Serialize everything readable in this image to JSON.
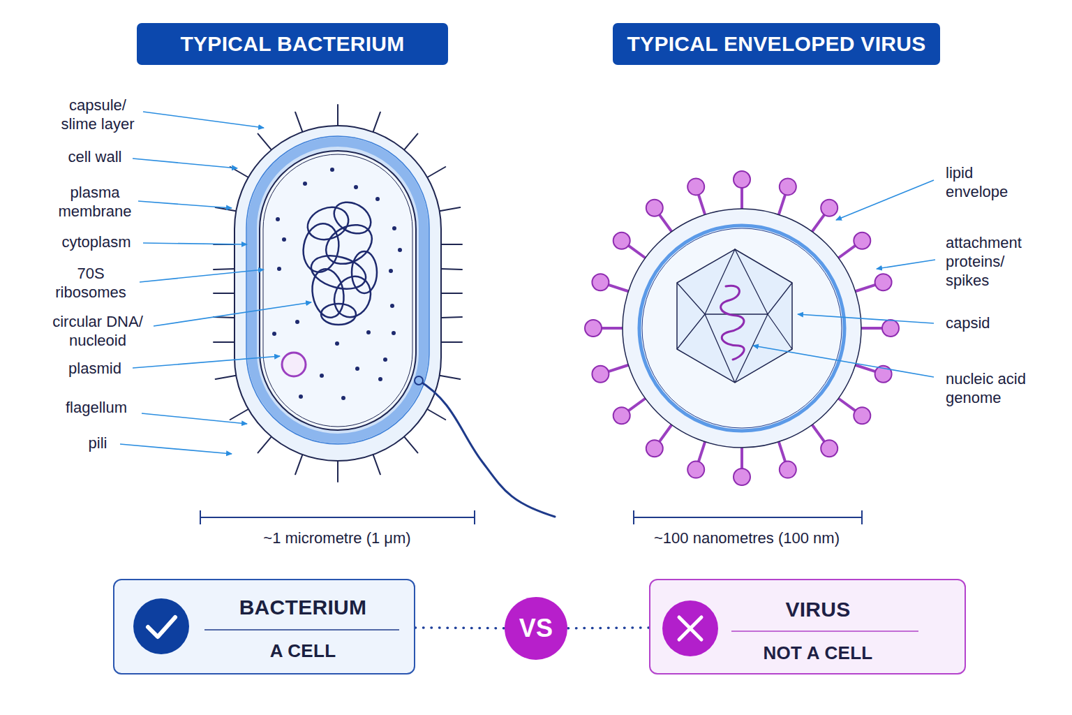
{
  "diagram": {
    "nodes": [
      {
        "text": [
          "TYPICAL BACTERIUM"
        ]
      },
      {
        "text": [
          "TYPICAL ENVELOPED VIRUS"
        ]
      },
      {
        "text": [
          "BACTERIUM",
          "A CELL"
        ]
      },
      {
        "text": [
          "VS"
        ]
      },
      {
        "text": [
          "VIRUS",
          "NOT A CELL"
        ]
      }
    ],
    "edges": [
      {
        "from": 2,
        "to": 3,
        "arrow": "none"
      },
      {
        "from": 3,
        "to": 4,
        "arrow": "none"
      }
    ],
    "labels": [
      "capsule/ slime layer",
      "cell wall",
      "plasma membrane",
      "cytoplasm",
      "70S ribosomes",
      "circular DNA/ nucleoid",
      "plasmid",
      "flagellum",
      "pili",
      "lipid envelope",
      "attachment proteins/ spikes",
      "capsid",
      "nucleic acid genome",
      "~1 micrometre (1 μm)",
      "~100 nanometres (100 nm)"
    ]
  }
}
